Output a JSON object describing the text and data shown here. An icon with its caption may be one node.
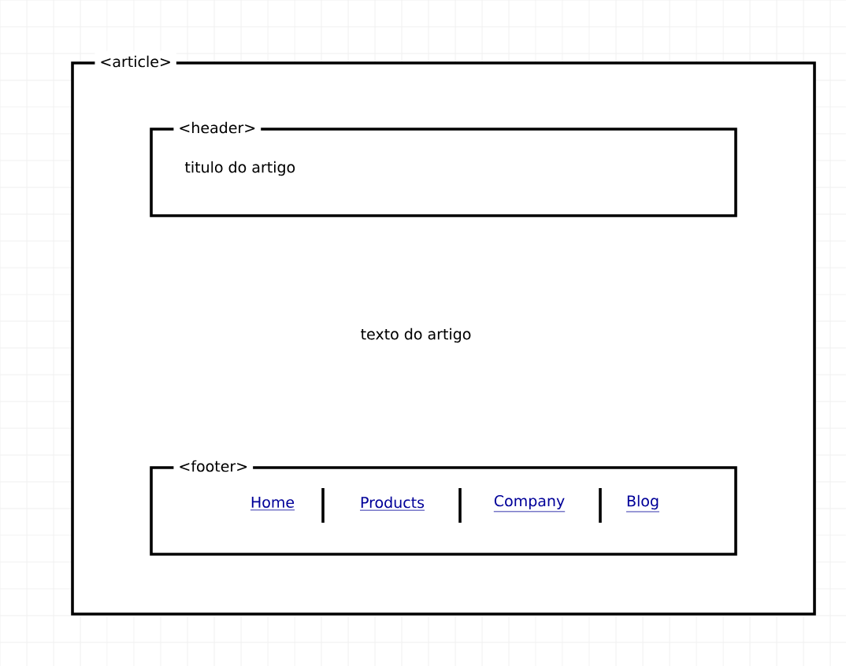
{
  "diagram": {
    "nodes": [
      {
        "text": [
          "<article>",
          "texto do artigo"
        ]
      },
      {
        "text": [
          "<header>",
          "titulo do artigo"
        ],
        "in": 0
      },
      {
        "text": [
          "<footer>"
        ],
        "in": 0
      }
    ],
    "labels": [
      "Home",
      "Products",
      "Company",
      "Blog"
    ]
  }
}
